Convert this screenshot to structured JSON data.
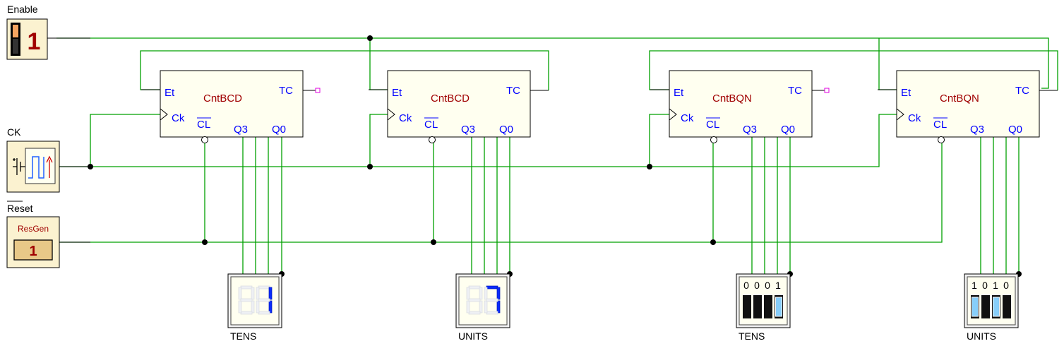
{
  "inputs": {
    "enable": {
      "label": "Enable",
      "value": "1"
    },
    "clock": {
      "label": "CK"
    },
    "reset": {
      "label": "Reset",
      "device": "ResGen",
      "value": "1"
    }
  },
  "counters": [
    {
      "name": "CntBCD",
      "pins": {
        "et": "Et",
        "ck": "Ck",
        "cl": "CL",
        "tc": "TC",
        "q3": "Q3",
        "q0": "Q0"
      }
    },
    {
      "name": "CntBCD",
      "pins": {
        "et": "Et",
        "ck": "Ck",
        "cl": "CL",
        "tc": "TC",
        "q3": "Q3",
        "q0": "Q0"
      }
    },
    {
      "name": "CntBQN",
      "pins": {
        "et": "Et",
        "ck": "Ck",
        "cl": "CL",
        "tc": "TC",
        "q3": "Q3",
        "q0": "Q0"
      }
    },
    {
      "name": "CntBQN",
      "pins": {
        "et": "Et",
        "ck": "Ck",
        "cl": "CL",
        "tc": "TC",
        "q3": "Q3",
        "q0": "Q0"
      }
    }
  ],
  "displays": [
    {
      "type": "seven-segment",
      "digit": 1,
      "label": "TENS"
    },
    {
      "type": "seven-segment",
      "digit": 7,
      "label": "UNITS"
    },
    {
      "type": "binary",
      "bits": [
        "0",
        "0",
        "0",
        "1"
      ],
      "label": "TENS"
    },
    {
      "type": "binary",
      "bits": [
        "1",
        "0",
        "1",
        "0"
      ],
      "label": "UNITS"
    }
  ],
  "colors": {
    "wire": "#00a000",
    "pin_text": "#0000ff",
    "component_name": "#a00000",
    "segment_on": "#0a2cff",
    "bit_on": "#87cefa"
  }
}
